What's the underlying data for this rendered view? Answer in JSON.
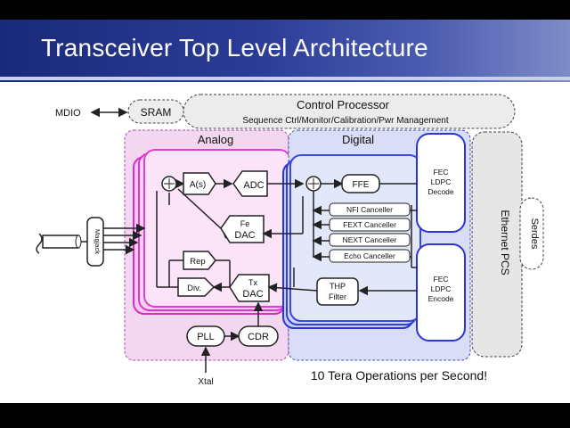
{
  "slide": {
    "title": "Transceiver Top Level Architecture",
    "footer_note": "10 Tera Operations per Second!"
  },
  "diagram": {
    "mdio": "MDIO",
    "sram": "SRAM",
    "control_processor": "Control Processor",
    "control_processor_sub": "Sequence Ctrl/Monitor/Calibration/Pwr Management",
    "analog": "Analog",
    "digital": "Digital",
    "magjack": "Magjack",
    "blocks": {
      "as": "A(s)",
      "adc": "ADC",
      "ffe": "FFE",
      "fe_dac_1": "Fe",
      "fe_dac_2": "DAC",
      "rep": "Rep",
      "div": "Div.",
      "tx_dac_1": "Tx",
      "tx_dac_2": "DAC",
      "pll": "PLL",
      "cdr": "CDR",
      "thp_1": "THP",
      "thp_2": "Filter",
      "xtal": "Xtal"
    },
    "cancellers": [
      "NFI Canceller",
      "FEXT Canceller",
      "NEXT Canceller",
      "Echo Canceller"
    ],
    "fec_decode": [
      "FEC",
      "LDPC",
      "Decode"
    ],
    "fec_encode": [
      "FEC",
      "LDPC",
      "Encode"
    ],
    "ethernet_pcs": "Ethernet PCS",
    "serdes": "Serdes"
  }
}
